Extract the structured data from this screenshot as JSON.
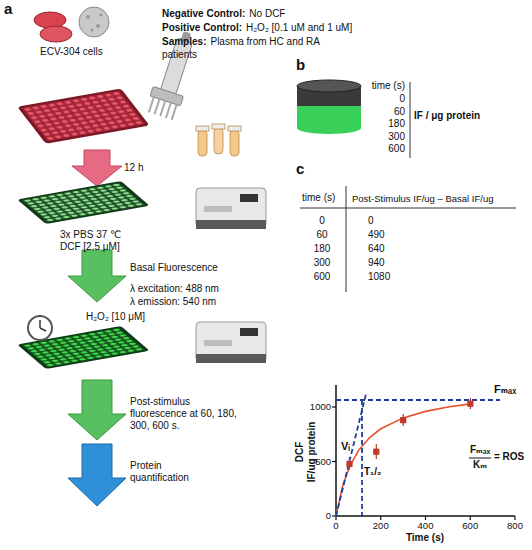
{
  "diagram": {
    "labels": [
      "a",
      "ECV-304 cells",
      "Negative Control:",
      "No DCF",
      "Positive Control:",
      "H₂O₂ [0.1 uM and 1 uM]",
      "Samples:",
      "Plasma from HC and RA patients",
      "12 h",
      "3x PBS 37 ℃",
      "DCF [2.5 μM]",
      "Basal Fluorescence",
      "λ excitation: 488 nm",
      "λ emission: 540 nm",
      "H₂O₂ [10 μM]",
      "Post-stimulus fluorescence at 60, 180, 300, 600 s.",
      "Protein quantification",
      "b",
      "time (s)",
      "0",
      "60",
      "180",
      "300",
      "600",
      "IF / μg protein",
      "c",
      "time (s)",
      "Post-Stimulus IF/ug – Basal IF/ug",
      "0",
      "0",
      "60",
      "490",
      "180",
      "640",
      "300",
      "940",
      "600",
      "1080",
      "DCF",
      "IF/ug protein",
      "0",
      "500",
      "1000",
      "0",
      "200",
      "400",
      "600",
      "800",
      "Time (s)",
      "Fₘₐₓ",
      "Vᵢ",
      "T₁/₂",
      "Fₘₐₓ",
      "Kₘ",
      "= ROS"
    ]
  }
}
